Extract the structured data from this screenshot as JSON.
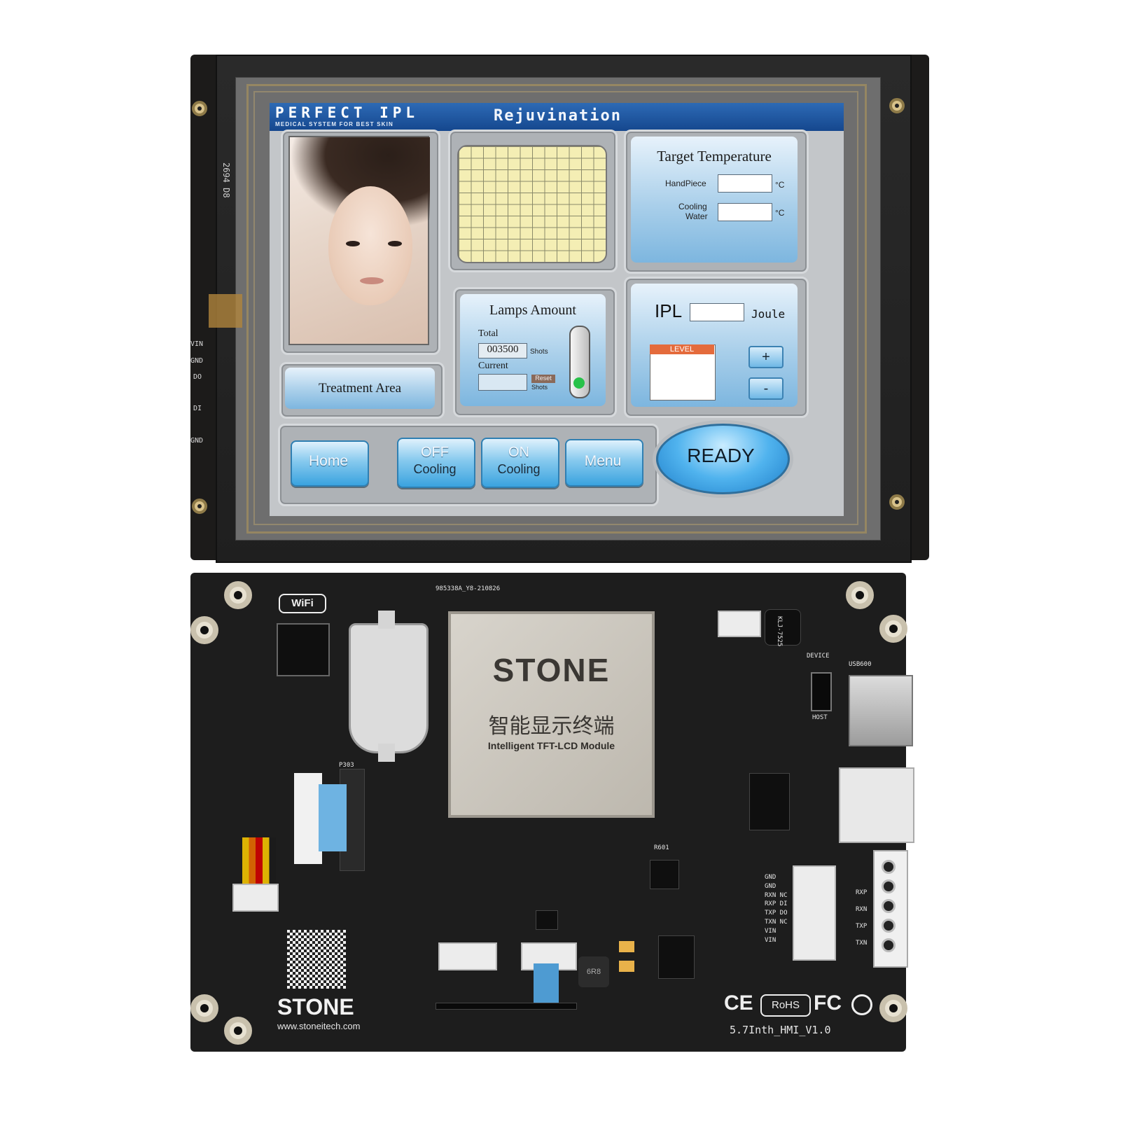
{
  "front": {
    "side_labels": [
      "VIN",
      "GND",
      "DO",
      "DI",
      "GND"
    ],
    "touch_code": "2694 D8",
    "screen": {
      "header": {
        "brand": "PERFECT IPL",
        "brand_sub": "MEDICAL SYSTEM FOR BEST SKIN",
        "title": "Rejuvination"
      },
      "treatment_area_label": "Treatment Area",
      "target_temperature": {
        "title": "Target Temperature",
        "handpiece_label": "HandPiece",
        "cooling_label_line1": "Cooling",
        "cooling_label_line2": "Water",
        "unit": "°C"
      },
      "lamps": {
        "title": "Lamps Amount",
        "total_label": "Total",
        "total_value": "003500",
        "shots_label": "Shots",
        "current_label": "Current",
        "reset_label": "Reset",
        "reset_shots_label": "Shots"
      },
      "ipl": {
        "label": "IPL",
        "unit": "Joule",
        "level_label": "LEVEL",
        "plus_label": "+",
        "minus_label": "-"
      },
      "nav": {
        "home": "Home",
        "off_line1": "OFF",
        "off_line2": "Cooling",
        "on_line1": "ON",
        "on_line2": "Cooling",
        "menu": "Menu",
        "ready": "READY"
      }
    }
  },
  "back": {
    "pcb_code": "985338A_Y8-210826",
    "wifi_label": "WiFi",
    "chip": {
      "brand": "STONE",
      "chinese": "智能显示终端",
      "subtitle": "Intelligent TFT-LCD Module"
    },
    "device_label": "DEVICE",
    "host_label": "HOST",
    "usb_label": "USB600",
    "p303_label": "P303",
    "r601_label": "R601",
    "inductor_label": "6R8",
    "crystal_label": "KLJ-7525",
    "pin_labels_left": [
      "GND",
      "GND",
      "RXN NC",
      "RXP DI",
      "TXP DO",
      "TXN NC",
      "VIN",
      "VIN"
    ],
    "pin_labels_right": [
      "RXP",
      "RXN",
      "TXP",
      "TXN"
    ],
    "brand": "STONE",
    "website": "www.stoneitech.com",
    "model": "5.7Inth_HMI_V1.0",
    "cert_ce": "CE",
    "cert_rohs": "RoHS",
    "cert_fc": "FC"
  }
}
